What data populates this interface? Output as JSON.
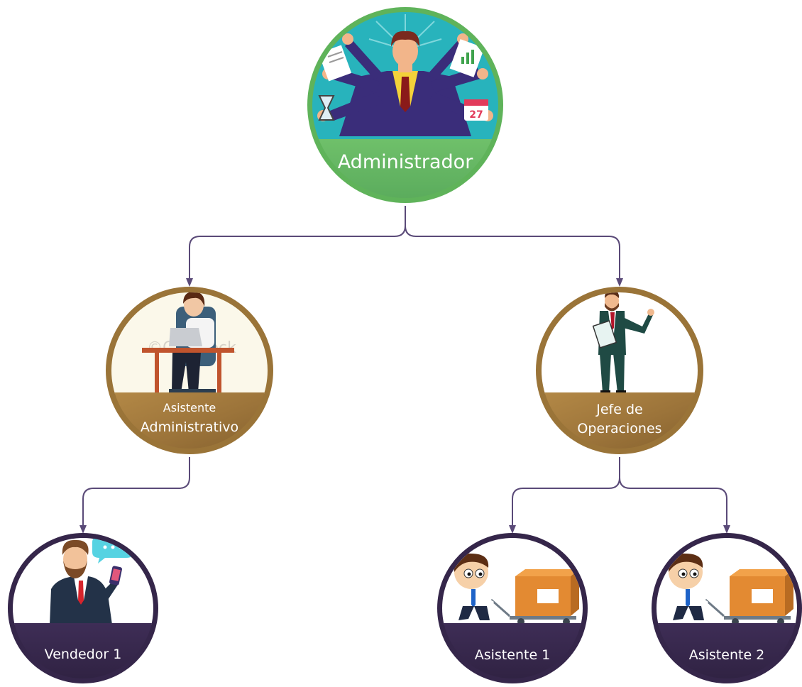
{
  "org_chart": {
    "root": {
      "label": "Administrador"
    },
    "level2": [
      {
        "label_lines": [
          "Asistente",
          "Administrativo"
        ]
      },
      {
        "label_lines": [
          "Jefe de",
          "Operaciones"
        ]
      }
    ],
    "level3": [
      {
        "label": "Vendedor 1"
      },
      {
        "label": "Asistente 1"
      },
      {
        "label": "Asistente 2"
      }
    ]
  },
  "watermark_text": "©CanStock",
  "colors": {
    "root_ring": "#5fb35a",
    "root_band": "#67b869",
    "mid_ring": "#9a7438",
    "mid_band": "#a07a3c",
    "leaf_ring": "#35264a",
    "leaf_band": "#3a2a52",
    "connector": "#5a4a78"
  }
}
